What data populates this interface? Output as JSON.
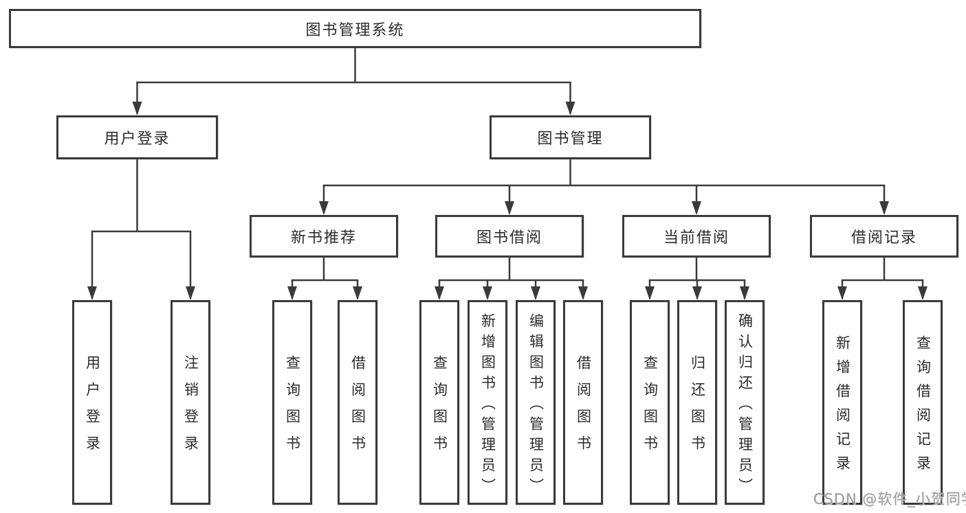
{
  "diagram": {
    "root": {
      "label": "图书管理系统"
    },
    "level1": [
      {
        "id": "user-login",
        "label": "用户登录"
      },
      {
        "id": "book-management",
        "label": "图书管理"
      }
    ],
    "level2": [
      {
        "id": "new-book-recommendation",
        "parent": "图书管理",
        "label": "新书推荐"
      },
      {
        "id": "book-borrowing",
        "parent": "图书管理",
        "label": "图书借阅"
      },
      {
        "id": "current-borrowing",
        "parent": "图书管理",
        "label": "当前借阅"
      },
      {
        "id": "borrowing-records",
        "parent": "图书管理",
        "label": "借阅记录"
      }
    ],
    "leaves": [
      {
        "parent": "用户登录",
        "label": "用户登录"
      },
      {
        "parent": "用户登录",
        "label": "注销登录"
      },
      {
        "parent": "新书推荐",
        "label": "查询图书"
      },
      {
        "parent": "新书推荐",
        "label": "借阅图书"
      },
      {
        "parent": "图书借阅",
        "label": "查询图书"
      },
      {
        "parent": "图书借阅",
        "label": "新增图书（管理员）"
      },
      {
        "parent": "图书借阅",
        "label": "编辑图书（管理员）"
      },
      {
        "parent": "图书借阅",
        "label": "借阅图书"
      },
      {
        "parent": "当前借阅",
        "label": "查询图书"
      },
      {
        "parent": "当前借阅",
        "label": "归还图书"
      },
      {
        "parent": "当前借阅",
        "label": "确认归还（管理员）"
      },
      {
        "parent": "借阅记录",
        "label": "新增借阅记录"
      },
      {
        "parent": "借阅记录",
        "label": "查询借阅记录"
      }
    ]
  },
  "watermark": {
    "text": "CSDN @软件_小贺同学"
  },
  "colors": {
    "line": "#3a3a3a",
    "box_border": "#3a3a3a",
    "box_fill": "#ffffff",
    "text": "#2b2b2b",
    "background": "#ffffff",
    "watermark": "#9c9c9c"
  }
}
